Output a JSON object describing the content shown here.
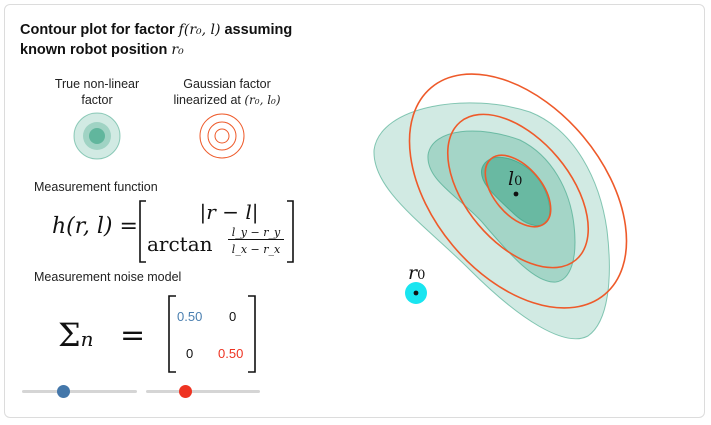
{
  "title": {
    "line1_pre": "Contour plot for factor ",
    "line1_math": "f(r₀, l)",
    "line1_post": " assuming",
    "line2_pre": "known robot position ",
    "line2_math": "r₀"
  },
  "legend": {
    "true_label_1": "True non-linear",
    "true_label_2": "factor",
    "gauss_label_1": "Gaussian factor",
    "gauss_label_2_pre": "linearized at ",
    "gauss_label_2_math": "(r₀, l₀)"
  },
  "measurement": {
    "label": "Measurement function",
    "lhs": "h(r, l) =",
    "row1": "|r − l|",
    "row2_fn": "arctan",
    "frac_num": "l_y − r_y",
    "frac_den": "l_x − r_x"
  },
  "noise": {
    "label": "Measurement noise model",
    "lhs": "Σ",
    "lhs_sub": "n",
    "eq": "=",
    "m11": "0.50",
    "m12": "0",
    "m21": "0",
    "m22": "0.50"
  },
  "plot": {
    "landmark_label": "l",
    "landmark_sub": "0",
    "robot_label": "r",
    "robot_sub": "0"
  },
  "sliders": {
    "sigma_x": 0.36,
    "sigma_y": 0.35
  },
  "colors": {
    "true_fill": "#2e9e7e",
    "gauss_stroke": "#ee5a2a",
    "robot": "#19e5f0",
    "slider_blue": "#4477aa",
    "slider_red": "#ee3322",
    "val_blue": "#4a7fb0",
    "val_red": "#ee3322"
  }
}
